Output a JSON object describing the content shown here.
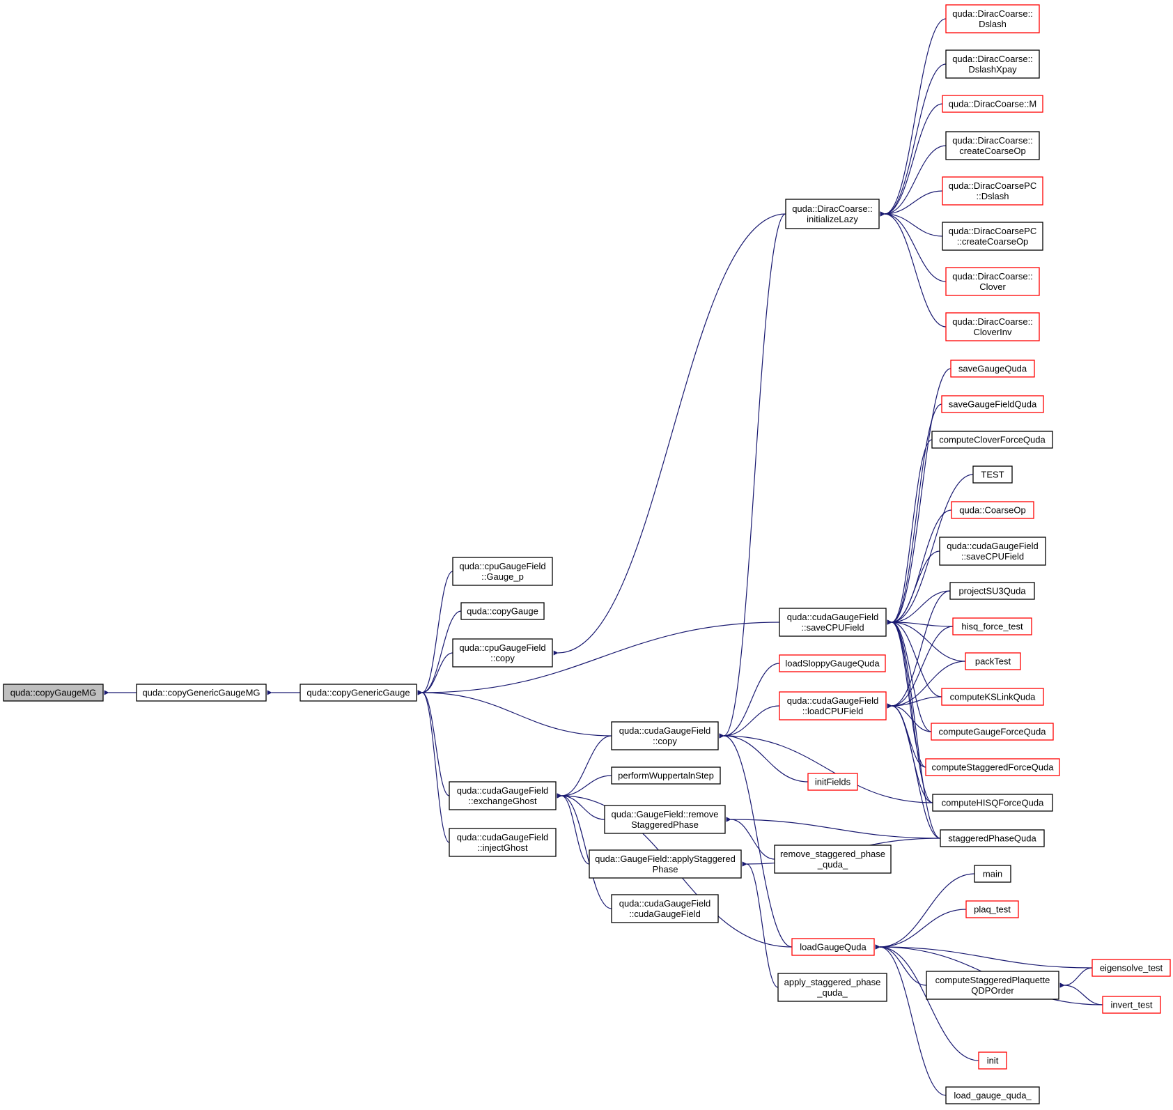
{
  "colors": {
    "edge": "#191970",
    "normal_border": "#000000",
    "red_border": "#ff0000",
    "root_fill": "#bfbfbf"
  },
  "nodes": {
    "copyGaugeMG": {
      "lines": [
        "quda::copyGaugeMG"
      ],
      "style": "root"
    },
    "copyGenericGaugeMG": {
      "lines": [
        "quda::copyGenericGaugeMG"
      ],
      "style": "normal"
    },
    "copyGenericGauge": {
      "lines": [
        "quda::copyGenericGauge"
      ],
      "style": "normal"
    },
    "cpuGaugeP": {
      "lines": [
        "quda::cpuGaugeField",
        "::Gauge_p"
      ],
      "style": "normal"
    },
    "copyGauge": {
      "lines": [
        "quda::copyGauge"
      ],
      "style": "normal"
    },
    "cpuCopy": {
      "lines": [
        "quda::cpuGaugeField",
        "::copy"
      ],
      "style": "normal"
    },
    "exchangeGhost": {
      "lines": [
        "quda::cudaGaugeField",
        "::exchangeGhost"
      ],
      "style": "normal"
    },
    "injectGhost": {
      "lines": [
        "quda::cudaGaugeField",
        "::injectGhost"
      ],
      "style": "normal"
    },
    "cudaCopy": {
      "lines": [
        "quda::cudaGaugeField",
        "::copy"
      ],
      "style": "normal"
    },
    "performWuppertal": {
      "lines": [
        "performWuppertalnStep"
      ],
      "style": "normal"
    },
    "removeStaggered": {
      "lines": [
        "quda::GaugeField::remove",
        "StaggeredPhase"
      ],
      "style": "normal"
    },
    "applyStaggered": {
      "lines": [
        "quda::GaugeField::applyStaggered",
        "Phase"
      ],
      "style": "normal"
    },
    "cudaGaugeFieldCtor": {
      "lines": [
        "quda::cudaGaugeField",
        "::cudaGaugeField"
      ],
      "style": "normal"
    },
    "initializeLazy": {
      "lines": [
        "quda::DiracCoarse::",
        "initializeLazy"
      ],
      "style": "normal"
    },
    "saveCPUField": {
      "lines": [
        "quda::cudaGaugeField",
        "::saveCPUField"
      ],
      "style": "normal"
    },
    "loadSloppy": {
      "lines": [
        "loadSloppyGaugeQuda"
      ],
      "style": "red"
    },
    "loadCPUField": {
      "lines": [
        "quda::cudaGaugeField",
        "::loadCPUField"
      ],
      "style": "red"
    },
    "initFields": {
      "lines": [
        "initFields"
      ],
      "style": "red"
    },
    "removeStaggeredQuda": {
      "lines": [
        "remove_staggered_phase",
        "_quda_"
      ],
      "style": "normal"
    },
    "loadGaugeQuda": {
      "lines": [
        "loadGaugeQuda"
      ],
      "style": "red"
    },
    "applyStaggeredQuda": {
      "lines": [
        "apply_staggered_phase",
        "_quda_"
      ],
      "style": "normal"
    },
    "dcDslash": {
      "lines": [
        "quda::DiracCoarse::",
        "Dslash"
      ],
      "style": "red"
    },
    "dcDslashXpay": {
      "lines": [
        "quda::DiracCoarse::",
        "DslashXpay"
      ],
      "style": "normal"
    },
    "dcM": {
      "lines": [
        "quda::DiracCoarse::M"
      ],
      "style": "red"
    },
    "dcCreateCoarseOp": {
      "lines": [
        "quda::DiracCoarse::",
        "createCoarseOp"
      ],
      "style": "normal"
    },
    "dcpcDslash": {
      "lines": [
        "quda::DiracCoarsePC",
        "::Dslash"
      ],
      "style": "red"
    },
    "dcpcCreateCoarseOp": {
      "lines": [
        "quda::DiracCoarsePC",
        "::createCoarseOp"
      ],
      "style": "normal"
    },
    "dcClover": {
      "lines": [
        "quda::DiracCoarse::",
        "Clover"
      ],
      "style": "red"
    },
    "dcCloverInv": {
      "lines": [
        "quda::DiracCoarse::",
        "CloverInv"
      ],
      "style": "red"
    },
    "saveGaugeQuda": {
      "lines": [
        "saveGaugeQuda"
      ],
      "style": "red"
    },
    "saveGaugeFieldQuda": {
      "lines": [
        "saveGaugeFieldQuda"
      ],
      "style": "red"
    },
    "computeCloverForce": {
      "lines": [
        "computeCloverForceQuda"
      ],
      "style": "normal"
    },
    "TEST": {
      "lines": [
        "TEST"
      ],
      "style": "normal"
    },
    "coarseOp": {
      "lines": [
        "quda::CoarseOp"
      ],
      "style": "red"
    },
    "saveCPUField2": {
      "lines": [
        "quda::cudaGaugeField",
        "::saveCPUField"
      ],
      "style": "normal"
    },
    "projectSU3": {
      "lines": [
        "projectSU3Quda"
      ],
      "style": "normal"
    },
    "hisqForceTest": {
      "lines": [
        "hisq_force_test"
      ],
      "style": "red"
    },
    "packTest": {
      "lines": [
        "packTest"
      ],
      "style": "red"
    },
    "computeKSLink": {
      "lines": [
        "computeKSLinkQuda"
      ],
      "style": "red"
    },
    "computeGaugeForce": {
      "lines": [
        "computeGaugeForceQuda"
      ],
      "style": "red"
    },
    "computeStaggeredForce": {
      "lines": [
        "computeStaggeredForceQuda"
      ],
      "style": "red"
    },
    "computeHISQForce": {
      "lines": [
        "computeHISQForceQuda"
      ],
      "style": "normal"
    },
    "staggeredPhaseQuda": {
      "lines": [
        "staggeredPhaseQuda"
      ],
      "style": "normal"
    },
    "main": {
      "lines": [
        "main"
      ],
      "style": "normal"
    },
    "plaqTest": {
      "lines": [
        "plaq_test"
      ],
      "style": "red"
    },
    "eigensolveTest": {
      "lines": [
        "eigensolve_test"
      ],
      "style": "red"
    },
    "computeStaggeredPlaq": {
      "lines": [
        "computeStaggeredPlaquette",
        "QDPOrder"
      ],
      "style": "normal"
    },
    "invertTest": {
      "lines": [
        "invert_test"
      ],
      "style": "red"
    },
    "init": {
      "lines": [
        "init"
      ],
      "style": "red"
    },
    "loadGaugeQudaF": {
      "lines": [
        "load_gauge_quda_"
      ],
      "style": "normal"
    }
  },
  "edges": [
    [
      "copyGaugeMG",
      "copyGenericGaugeMG"
    ],
    [
      "copyGenericGaugeMG",
      "copyGenericGauge"
    ],
    [
      "copyGenericGauge",
      "cpuGaugeP"
    ],
    [
      "copyGenericGauge",
      "copyGauge"
    ],
    [
      "copyGenericGauge",
      "cpuCopy"
    ],
    [
      "copyGenericGauge",
      "exchangeGhost"
    ],
    [
      "copyGenericGauge",
      "injectGhost"
    ],
    [
      "copyGenericGauge",
      "cudaCopy"
    ],
    [
      "copyGenericGauge",
      "saveCPUField"
    ],
    [
      "cpuCopy",
      "initializeLazy"
    ],
    [
      "cudaCopy",
      "initializeLazy"
    ],
    [
      "exchangeGhost",
      "cudaCopy"
    ],
    [
      "exchangeGhost",
      "performWuppertal"
    ],
    [
      "exchangeGhost",
      "removeStaggered"
    ],
    [
      "exchangeGhost",
      "applyStaggered"
    ],
    [
      "exchangeGhost",
      "cudaGaugeFieldCtor"
    ],
    [
      "exchangeGhost",
      "loadGaugeQuda"
    ],
    [
      "cudaCopy",
      "loadSloppy"
    ],
    [
      "cudaCopy",
      "loadCPUField"
    ],
    [
      "cudaCopy",
      "initFields"
    ],
    [
      "cudaCopy",
      "loadGaugeQuda"
    ],
    [
      "cudaCopy",
      "computeHISQForce"
    ],
    [
      "removeStaggered",
      "removeStaggeredQuda"
    ],
    [
      "removeStaggered",
      "staggeredPhaseQuda"
    ],
    [
      "applyStaggered",
      "applyStaggeredQuda"
    ],
    [
      "applyStaggered",
      "staggeredPhaseQuda"
    ],
    [
      "initializeLazy",
      "dcDslash"
    ],
    [
      "initializeLazy",
      "dcDslashXpay"
    ],
    [
      "initializeLazy",
      "dcM"
    ],
    [
      "initializeLazy",
      "dcCreateCoarseOp"
    ],
    [
      "initializeLazy",
      "dcpcDslash"
    ],
    [
      "initializeLazy",
      "dcpcCreateCoarseOp"
    ],
    [
      "initializeLazy",
      "dcClover"
    ],
    [
      "initializeLazy",
      "dcCloverInv"
    ],
    [
      "saveCPUField",
      "saveGaugeQuda"
    ],
    [
      "saveCPUField",
      "saveGaugeFieldQuda"
    ],
    [
      "saveCPUField",
      "computeCloverForce"
    ],
    [
      "saveCPUField",
      "TEST"
    ],
    [
      "saveCPUField",
      "coarseOp"
    ],
    [
      "saveCPUField",
      "saveCPUField2"
    ],
    [
      "saveCPUField",
      "projectSU3"
    ],
    [
      "saveCPUField",
      "hisqForceTest"
    ],
    [
      "saveCPUField",
      "packTest"
    ],
    [
      "saveCPUField",
      "computeKSLink"
    ],
    [
      "saveCPUField",
      "computeGaugeForce"
    ],
    [
      "saveCPUField",
      "computeStaggeredForce"
    ],
    [
      "saveCPUField",
      "computeHISQForce"
    ],
    [
      "saveCPUField",
      "staggeredPhaseQuda"
    ],
    [
      "loadCPUField",
      "projectSU3"
    ],
    [
      "loadCPUField",
      "hisqForceTest"
    ],
    [
      "loadCPUField",
      "packTest"
    ],
    [
      "loadCPUField",
      "computeKSLink"
    ],
    [
      "loadCPUField",
      "computeGaugeForce"
    ],
    [
      "loadCPUField",
      "computeStaggeredForce"
    ],
    [
      "loadCPUField",
      "computeHISQForce"
    ],
    [
      "loadCPUField",
      "staggeredPhaseQuda"
    ],
    [
      "loadGaugeQuda",
      "main"
    ],
    [
      "loadGaugeQuda",
      "plaqTest"
    ],
    [
      "loadGaugeQuda",
      "eigensolveTest"
    ],
    [
      "loadGaugeQuda",
      "computeStaggeredPlaq"
    ],
    [
      "loadGaugeQuda",
      "invertTest"
    ],
    [
      "loadGaugeQuda",
      "init"
    ],
    [
      "loadGaugeQuda",
      "loadGaugeQudaF"
    ],
    [
      "computeStaggeredPlaq",
      "eigensolveTest"
    ],
    [
      "computeStaggeredPlaq",
      "invertTest"
    ]
  ]
}
